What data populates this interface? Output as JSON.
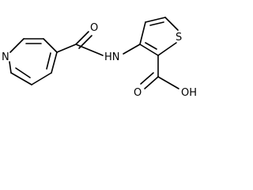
{
  "atoms": {
    "pyridine_n": "N",
    "amide_o": "O",
    "amide_nh": "HN",
    "thiophene_s": "S",
    "acid_carbonyl_o": "O",
    "acid_oh": "OH"
  }
}
